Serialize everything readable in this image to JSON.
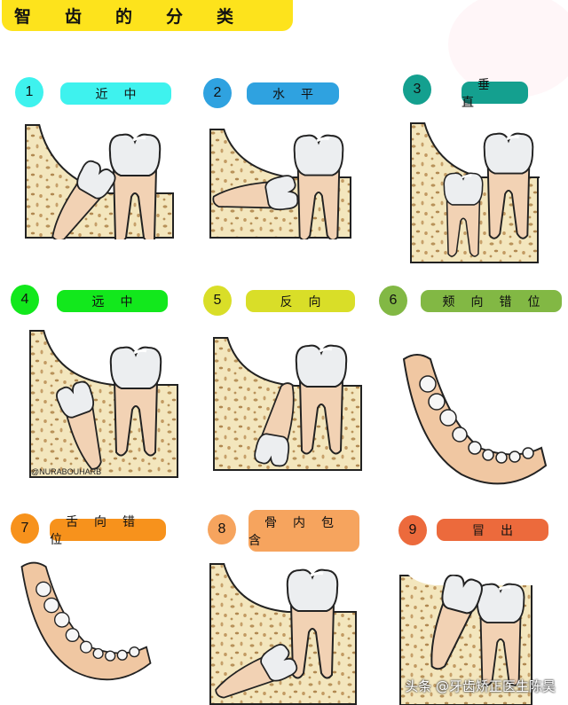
{
  "title": "智齿的分类",
  "categories": [
    {
      "num": "1",
      "label": "近中",
      "color": "#3ef2ee"
    },
    {
      "num": "2",
      "label": "水平",
      "color": "#2fa2e0"
    },
    {
      "num": "3",
      "label": "垂直",
      "color": "#14a08f"
    },
    {
      "num": "4",
      "label": "远中",
      "color": "#12e81c"
    },
    {
      "num": "5",
      "label": "反向",
      "color": "#d9de28"
    },
    {
      "num": "6",
      "label": "颊向错位",
      "color": "#82b844"
    },
    {
      "num": "7",
      "label": "舌向错位",
      "color": "#f7921c"
    },
    {
      "num": "8",
      "label": "骨内包含",
      "color": "#f6a45e"
    },
    {
      "num": "9",
      "label": "冒出",
      "color": "#ec6a3c"
    }
  ],
  "watermark": "@NURABOUHARB",
  "credit": "头条 @牙齿矫正医生陈昊"
}
